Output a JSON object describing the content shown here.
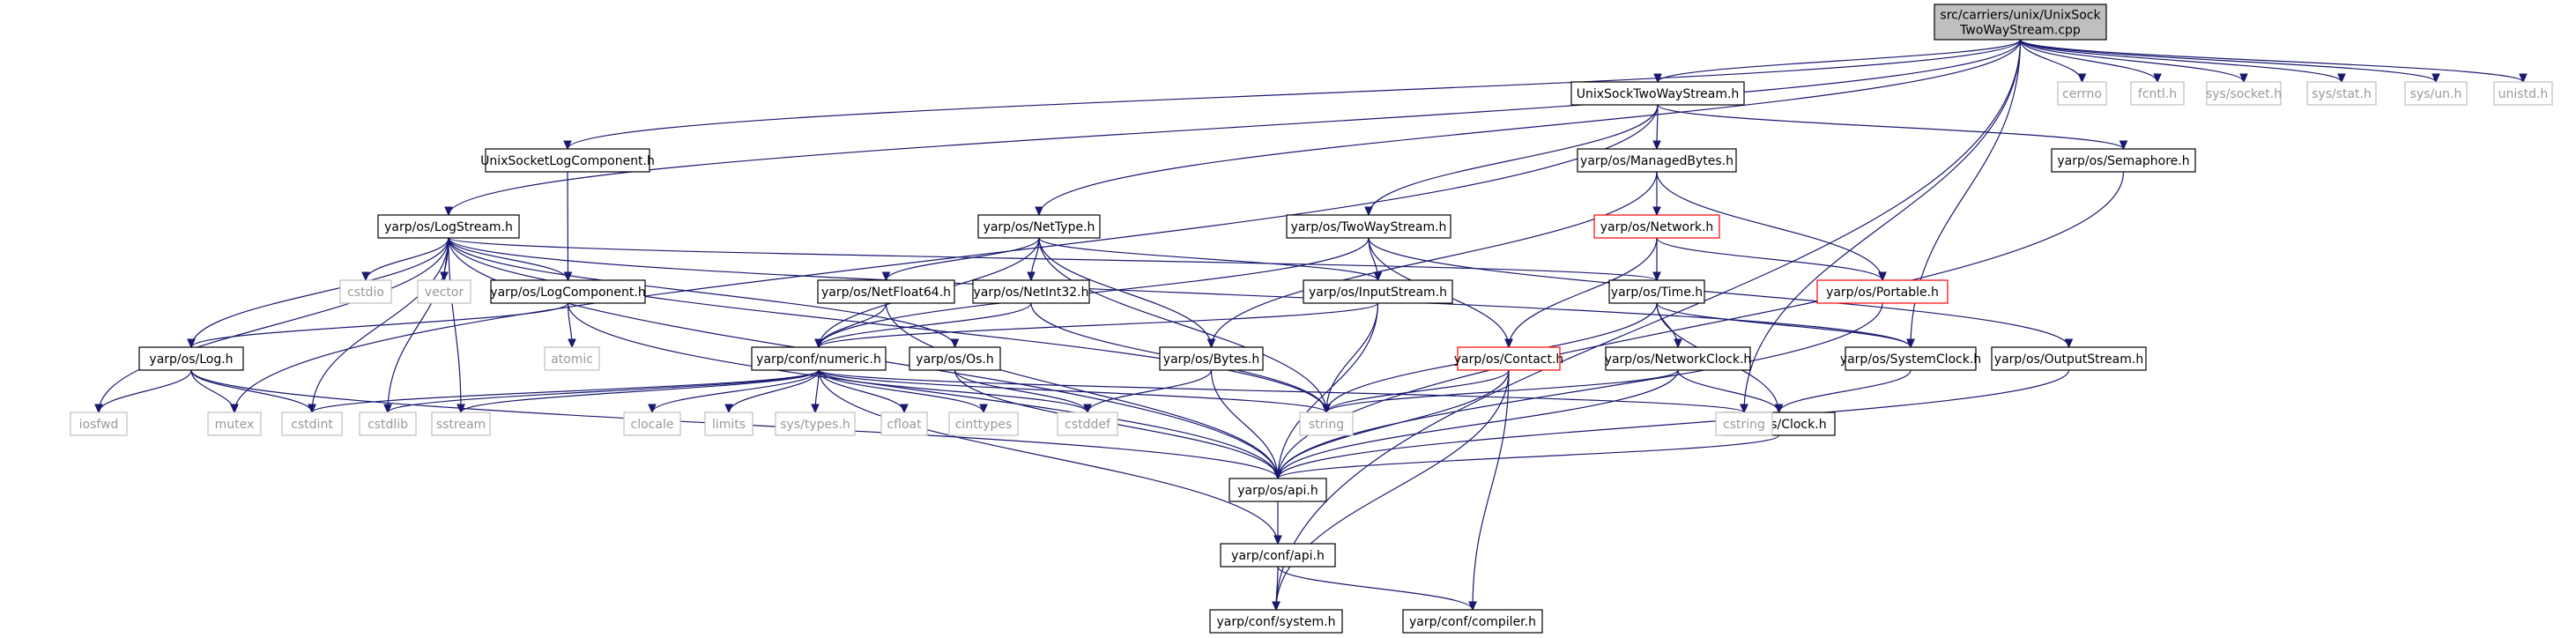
{
  "title": "src/carriers/unix/UnixSockTwoWayStream.cpp",
  "colors": {
    "edge": "#191970",
    "node_border": "#000000",
    "external_border": "#bfbfbf",
    "external_text": "#999999",
    "truncated_border": "#ff0000",
    "root_fill": "#bfbfbf"
  },
  "nodes": [
    {
      "id": "root",
      "lines": [
        "src/carriers/unix/UnixSock",
        "TwoWayStream.cpp"
      ],
      "kind": "root"
    },
    {
      "id": "unixsocktwowaystream",
      "lines": [
        "UnixSockTwoWayStream.h"
      ],
      "kind": "local"
    },
    {
      "id": "unixsocketlogcomponent",
      "lines": [
        "UnixSocketLogComponent.h"
      ],
      "kind": "local"
    },
    {
      "id": "managedbytes",
      "lines": [
        "yarp/os/ManagedBytes.h"
      ],
      "kind": "local"
    },
    {
      "id": "semaphore",
      "lines": [
        "yarp/os/Semaphore.h"
      ],
      "kind": "local"
    },
    {
      "id": "logstream",
      "lines": [
        "yarp/os/LogStream.h"
      ],
      "kind": "local"
    },
    {
      "id": "nettype",
      "lines": [
        "yarp/os/NetType.h"
      ],
      "kind": "local"
    },
    {
      "id": "twowaystream",
      "lines": [
        "yarp/os/TwoWayStream.h"
      ],
      "kind": "local"
    },
    {
      "id": "network",
      "lines": [
        "yarp/os/Network.h"
      ],
      "kind": "truncated"
    },
    {
      "id": "portable",
      "lines": [
        "yarp/os/Portable.h"
      ],
      "kind": "truncated"
    },
    {
      "id": "logcomponent",
      "lines": [
        "yarp/os/LogComponent.h"
      ],
      "kind": "local"
    },
    {
      "id": "netfloat64",
      "lines": [
        "yarp/os/NetFloat64.h"
      ],
      "kind": "local"
    },
    {
      "id": "netint32",
      "lines": [
        "yarp/os/NetInt32.h"
      ],
      "kind": "local"
    },
    {
      "id": "inputstream",
      "lines": [
        "yarp/os/InputStream.h"
      ],
      "kind": "local"
    },
    {
      "id": "time",
      "lines": [
        "yarp/os/Time.h"
      ],
      "kind": "local"
    },
    {
      "id": "log",
      "lines": [
        "yarp/os/Log.h"
      ],
      "kind": "local"
    },
    {
      "id": "confnumeric",
      "lines": [
        "yarp/conf/numeric.h"
      ],
      "kind": "local"
    },
    {
      "id": "os",
      "lines": [
        "yarp/os/Os.h"
      ],
      "kind": "local"
    },
    {
      "id": "bytes",
      "lines": [
        "yarp/os/Bytes.h"
      ],
      "kind": "local"
    },
    {
      "id": "contact",
      "lines": [
        "yarp/os/Contact.h"
      ],
      "kind": "truncated"
    },
    {
      "id": "networkclock",
      "lines": [
        "yarp/os/NetworkClock.h"
      ],
      "kind": "local"
    },
    {
      "id": "systemclock",
      "lines": [
        "yarp/os/SystemClock.h"
      ],
      "kind": "local"
    },
    {
      "id": "outputstream",
      "lines": [
        "yarp/os/OutputStream.h"
      ],
      "kind": "local"
    },
    {
      "id": "clock",
      "lines": [
        "yarp/os/Clock.h"
      ],
      "kind": "local"
    },
    {
      "id": "osapi",
      "lines": [
        "yarp/os/api.h"
      ],
      "kind": "local"
    },
    {
      "id": "confapi",
      "lines": [
        "yarp/conf/api.h"
      ],
      "kind": "local"
    },
    {
      "id": "confsystem",
      "lines": [
        "yarp/conf/system.h"
      ],
      "kind": "local"
    },
    {
      "id": "confcompiler",
      "lines": [
        "yarp/conf/compiler.h"
      ],
      "kind": "local"
    },
    {
      "id": "cerrno",
      "lines": [
        "cerrno"
      ],
      "kind": "external"
    },
    {
      "id": "fcntl",
      "lines": [
        "fcntl.h"
      ],
      "kind": "external"
    },
    {
      "id": "syssocket",
      "lines": [
        "sys/socket.h"
      ],
      "kind": "external"
    },
    {
      "id": "sysstat",
      "lines": [
        "sys/stat.h"
      ],
      "kind": "external"
    },
    {
      "id": "sysun",
      "lines": [
        "sys/un.h"
      ],
      "kind": "external"
    },
    {
      "id": "unistd",
      "lines": [
        "unistd.h"
      ],
      "kind": "external"
    },
    {
      "id": "cstdio",
      "lines": [
        "cstdio"
      ],
      "kind": "external"
    },
    {
      "id": "vector",
      "lines": [
        "vector"
      ],
      "kind": "external"
    },
    {
      "id": "atomic",
      "lines": [
        "atomic"
      ],
      "kind": "external"
    },
    {
      "id": "iosfwd",
      "lines": [
        "iosfwd"
      ],
      "kind": "external"
    },
    {
      "id": "mutex",
      "lines": [
        "mutex"
      ],
      "kind": "external"
    },
    {
      "id": "cstdint",
      "lines": [
        "cstdint"
      ],
      "kind": "external"
    },
    {
      "id": "cstdlib",
      "lines": [
        "cstdlib"
      ],
      "kind": "external"
    },
    {
      "id": "sstream",
      "lines": [
        "sstream"
      ],
      "kind": "external"
    },
    {
      "id": "clocale",
      "lines": [
        "clocale"
      ],
      "kind": "external"
    },
    {
      "id": "limits",
      "lines": [
        "limits"
      ],
      "kind": "external"
    },
    {
      "id": "systypes",
      "lines": [
        "sys/types.h"
      ],
      "kind": "external"
    },
    {
      "id": "cfloat",
      "lines": [
        "cfloat"
      ],
      "kind": "external"
    },
    {
      "id": "cinttypes",
      "lines": [
        "cinttypes"
      ],
      "kind": "external"
    },
    {
      "id": "cstddef",
      "lines": [
        "cstddef"
      ],
      "kind": "external"
    },
    {
      "id": "string",
      "lines": [
        "string"
      ],
      "kind": "external"
    },
    {
      "id": "cstring",
      "lines": [
        "cstring"
      ],
      "kind": "external"
    }
  ],
  "edges": [
    [
      "root",
      "unixsocktwowaystream"
    ],
    [
      "root",
      "unixsocketlogcomponent"
    ],
    [
      "root",
      "logstream"
    ],
    [
      "root",
      "nettype"
    ],
    [
      "root",
      "systemclock"
    ],
    [
      "root",
      "cstring"
    ],
    [
      "root",
      "cerrno"
    ],
    [
      "root",
      "fcntl"
    ],
    [
      "root",
      "syssocket"
    ],
    [
      "root",
      "sysstat"
    ],
    [
      "root",
      "sysun"
    ],
    [
      "root",
      "unistd"
    ],
    [
      "root",
      "confsystem"
    ],
    [
      "unixsocktwowaystream",
      "managedbytes"
    ],
    [
      "unixsocktwowaystream",
      "semaphore"
    ],
    [
      "unixsocktwowaystream",
      "twowaystream"
    ],
    [
      "unixsocktwowaystream",
      "mutex"
    ],
    [
      "unixsocketlogcomponent",
      "logcomponent"
    ],
    [
      "managedbytes",
      "network"
    ],
    [
      "managedbytes",
      "portable"
    ],
    [
      "managedbytes",
      "bytes"
    ],
    [
      "semaphore",
      "osapi"
    ],
    [
      "logstream",
      "log"
    ],
    [
      "logstream",
      "logcomponent"
    ],
    [
      "logstream",
      "os"
    ],
    [
      "logstream",
      "time"
    ],
    [
      "logstream",
      "systemclock"
    ],
    [
      "logstream",
      "cstdio"
    ],
    [
      "logstream",
      "vector"
    ],
    [
      "logstream",
      "iosfwd"
    ],
    [
      "logstream",
      "cstdint"
    ],
    [
      "logstream",
      "cstdlib"
    ],
    [
      "logstream",
      "sstream"
    ],
    [
      "logstream",
      "string"
    ],
    [
      "logstream",
      "osapi"
    ],
    [
      "nettype",
      "netfloat64"
    ],
    [
      "nettype",
      "netint32"
    ],
    [
      "nettype",
      "confnumeric"
    ],
    [
      "nettype",
      "inputstream"
    ],
    [
      "nettype",
      "bytes"
    ],
    [
      "nettype",
      "string"
    ],
    [
      "twowaystream",
      "inputstream"
    ],
    [
      "twowaystream",
      "outputstream"
    ],
    [
      "twowaystream",
      "contact"
    ],
    [
      "twowaystream",
      "confnumeric"
    ],
    [
      "network",
      "time"
    ],
    [
      "network",
      "contact"
    ],
    [
      "network",
      "portable"
    ],
    [
      "portable",
      "osapi"
    ],
    [
      "logcomponent",
      "log"
    ],
    [
      "logcomponent",
      "atomic"
    ],
    [
      "logcomponent",
      "osapi"
    ],
    [
      "netfloat64",
      "confnumeric"
    ],
    [
      "netfloat64",
      "osapi"
    ],
    [
      "netint32",
      "confnumeric"
    ],
    [
      "netint32",
      "string"
    ],
    [
      "inputstream",
      "confnumeric"
    ],
    [
      "inputstream",
      "string"
    ],
    [
      "inputstream",
      "osapi"
    ],
    [
      "time",
      "networkclock"
    ],
    [
      "time",
      "systemclock"
    ],
    [
      "time",
      "clock"
    ],
    [
      "time",
      "string"
    ],
    [
      "log",
      "iosfwd"
    ],
    [
      "log",
      "mutex"
    ],
    [
      "log",
      "cstdint"
    ],
    [
      "log",
      "osapi"
    ],
    [
      "confnumeric",
      "confapi"
    ],
    [
      "confnumeric",
      "cstdint"
    ],
    [
      "confnumeric",
      "cstdlib"
    ],
    [
      "confnumeric",
      "sstream"
    ],
    [
      "confnumeric",
      "clocale"
    ],
    [
      "confnumeric",
      "limits"
    ],
    [
      "confnumeric",
      "systypes"
    ],
    [
      "confnumeric",
      "cfloat"
    ],
    [
      "confnumeric",
      "cinttypes"
    ],
    [
      "confnumeric",
      "cstddef"
    ],
    [
      "confnumeric",
      "string"
    ],
    [
      "confnumeric",
      "cstring"
    ],
    [
      "os",
      "cstddef"
    ],
    [
      "os",
      "osapi"
    ],
    [
      "bytes",
      "cstddef"
    ],
    [
      "bytes",
      "osapi"
    ],
    [
      "contact",
      "string"
    ],
    [
      "contact",
      "osapi"
    ],
    [
      "contact",
      "confsystem"
    ],
    [
      "contact",
      "confcompiler"
    ],
    [
      "networkclock",
      "clock"
    ],
    [
      "networkclock",
      "string"
    ],
    [
      "networkclock",
      "osapi"
    ],
    [
      "systemclock",
      "clock"
    ],
    [
      "outputstream",
      "osapi"
    ],
    [
      "clock",
      "osapi"
    ],
    [
      "osapi",
      "confapi"
    ],
    [
      "confapi",
      "confsystem"
    ],
    [
      "confapi",
      "confcompiler"
    ]
  ]
}
